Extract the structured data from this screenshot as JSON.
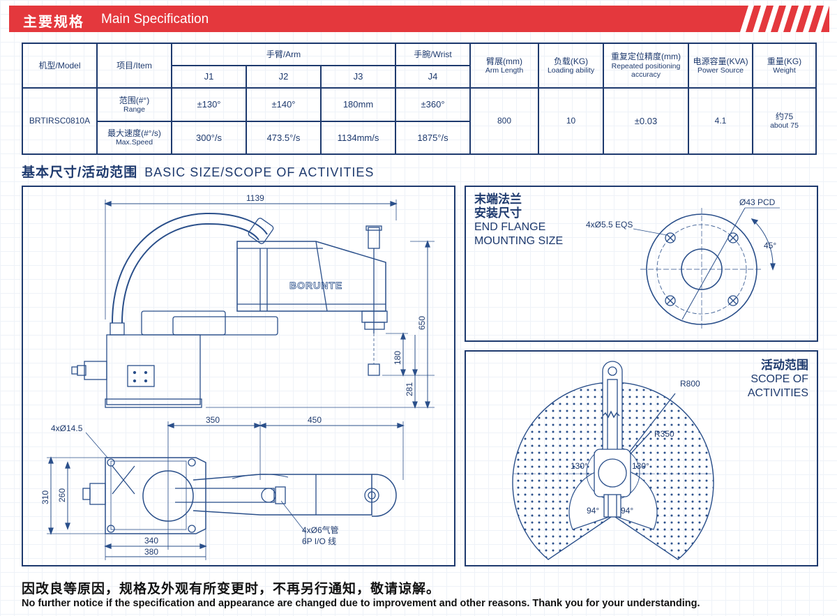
{
  "header": {
    "title_cn": "主要规格",
    "title_en": "Main Specification"
  },
  "spec_table": {
    "model_header": "机型/Model",
    "item_header": "项目/Item",
    "arm_group": "手臂/Arm",
    "wrist_group": "手腕/Wrist",
    "joints": [
      "J1",
      "J2",
      "J3",
      "J4"
    ],
    "arm_length_cn": "臂展(mm)",
    "arm_length_en": "Arm Length",
    "load_cn": "负载(KG)",
    "load_en": "Loading ability",
    "repeat_cn": "重复定位精度(mm)",
    "repeat_en": "Repeated positioning accuracy",
    "power_cn": "电源容量(KVA)",
    "power_en": "Power Source",
    "weight_cn": "重量(KG)",
    "weight_en": "Weight",
    "model": "BRTIRSC0810A",
    "range_cn": "范围(#°)",
    "range_en": "Range",
    "speed_cn": "最大速度(#°/s)",
    "speed_en": "Max.Speed",
    "range_values": [
      "±130°",
      "±140°",
      "180mm",
      "±360°"
    ],
    "speed_values": [
      "300°/s",
      "473.5°/s",
      "1134mm/s",
      "1875°/s"
    ],
    "arm_length": "800",
    "load": "10",
    "repeat": "±0.03",
    "power": "4.1",
    "weight_cn_val": "约75",
    "weight_en_val": "about 75"
  },
  "section2": {
    "title_cn": "基本尺寸/活动范围",
    "title_en": "BASIC SIZE/SCOPE OF ACTIVITIES"
  },
  "side_view": {
    "brand": "BORUNTE",
    "dim_width": "1139",
    "dim_height": "650",
    "dim_180": "180",
    "dim_281": "281"
  },
  "top_view": {
    "dim_350": "350",
    "dim_450": "450",
    "holes": "4xØ14.5",
    "dim_310": "310",
    "dim_260": "260",
    "dim_340": "340",
    "dim_380": "380",
    "tube_note1": "4xØ6气管",
    "tube_note2": "6P I/O 线"
  },
  "flange": {
    "label_cn1": "末端法兰",
    "label_cn2": "安装尺寸",
    "label_en1": "END FLANGE",
    "label_en2": "MOUNTING SIZE",
    "pcd": "Ø43 PCD",
    "eqs": "4xØ5.5 EQS",
    "angle": "45°"
  },
  "scope": {
    "label_cn": "活动范围",
    "label_en1": "SCOPE OF",
    "label_en2": "ACTIVITIES",
    "r800": "R800",
    "r350": "R350",
    "a130_left": "130°",
    "a130_right": "130°",
    "a94_left": "94°",
    "a94_right": "94°"
  },
  "footer": {
    "cn": "因改良等原因，规格及外观有所变更时，不再另行通知，敬请谅解。",
    "en": "No further notice if the specification and appearance are changed due to improvement and other reasons. Thank you for your understanding."
  },
  "colors": {
    "red": "#e4383d",
    "navy": "#1e3a6e",
    "line": "#2a4f8a"
  }
}
